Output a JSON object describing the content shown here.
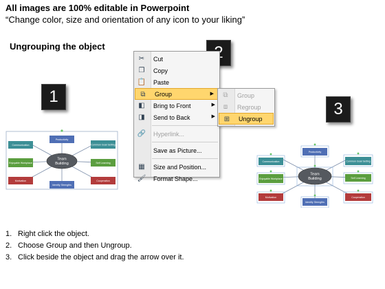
{
  "header": {
    "line1": "All images are 100% editable in Powerpoint",
    "line2": "“Change color, size and orientation of any icon to your liking”"
  },
  "subtitle": "Ungrouping the object",
  "step_badges": [
    "1",
    "2",
    "3"
  ],
  "context_menu": {
    "items": [
      {
        "label": "Cut",
        "icon": "scissors-icon"
      },
      {
        "label": "Copy",
        "icon": "copy-icon"
      },
      {
        "label": "Paste",
        "icon": "paste-icon"
      },
      {
        "label": "Group",
        "icon": "group-icon",
        "submenu": true,
        "selected": true
      },
      {
        "label": "Bring to Front",
        "icon": "bring-front-icon",
        "submenu": true
      },
      {
        "label": "Send to Back",
        "icon": "send-back-icon",
        "submenu": true
      },
      {
        "label": "Hyperlink...",
        "icon": "hyperlink-icon",
        "disabled": true
      },
      {
        "label": "Save as Picture...",
        "icon": ""
      },
      {
        "label": "Size and Position...",
        "icon": "size-position-icon"
      },
      {
        "label": "Format Shape...",
        "icon": "format-shape-icon"
      }
    ]
  },
  "submenu": {
    "items": [
      {
        "label": "Group",
        "icon": "group-icon",
        "disabled": true
      },
      {
        "label": "Regroup",
        "icon": "regroup-icon",
        "disabled": true
      },
      {
        "label": "Ungroup",
        "icon": "ungroup-icon",
        "selected": true
      }
    ]
  },
  "diagram": {
    "center": "Team Building",
    "center_line1": "Team",
    "center_line2": "Building",
    "boxes": [
      "Communication",
      "Productivity",
      "Common Goal Setting",
      "Enjoyable Workplace",
      "Self Learning",
      "Motivation",
      "Identify Strengths",
      "Cooperation"
    ]
  },
  "instructions": [
    {
      "num": "1.",
      "text": "Right click the object."
    },
    {
      "num": "2.",
      "text": "Choose Group and then Ungroup."
    },
    {
      "num": "3.",
      "text": "Click beside the object and drag the arrow over it."
    }
  ]
}
